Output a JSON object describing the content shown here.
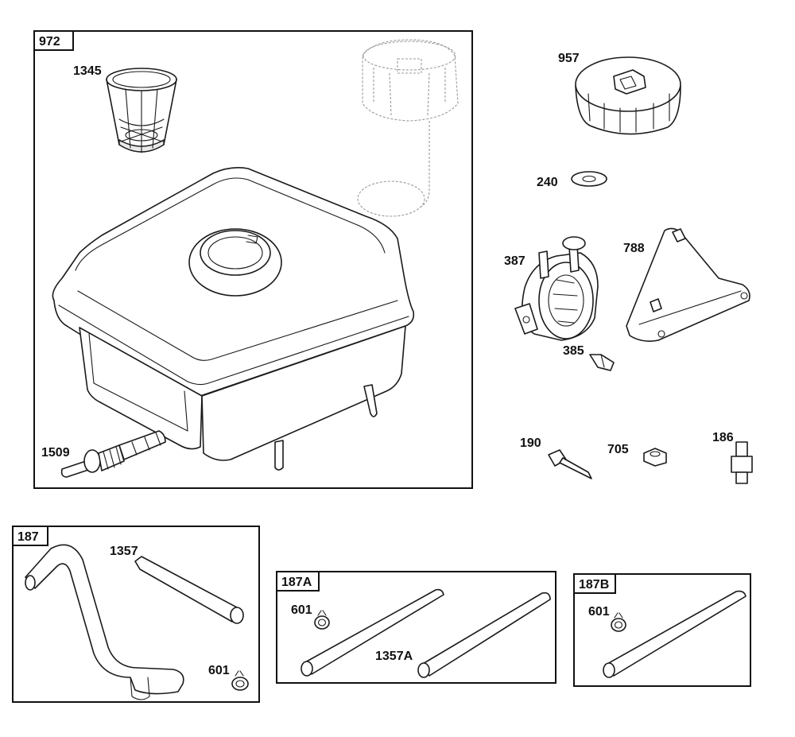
{
  "boxes": {
    "b972": "972",
    "b187": "187",
    "b187a": "187A",
    "b187b": "187B"
  },
  "parts": {
    "p1345": "1345",
    "p1509": "1509",
    "p957": "957",
    "p240": "240",
    "p387": "387",
    "p788": "788",
    "p385": "385",
    "p190": "190",
    "p705": "705",
    "p186": "186",
    "p1357": "1357",
    "p601_a": "601",
    "p601_b": "601",
    "p601_c": "601",
    "p1357a": "1357A"
  }
}
